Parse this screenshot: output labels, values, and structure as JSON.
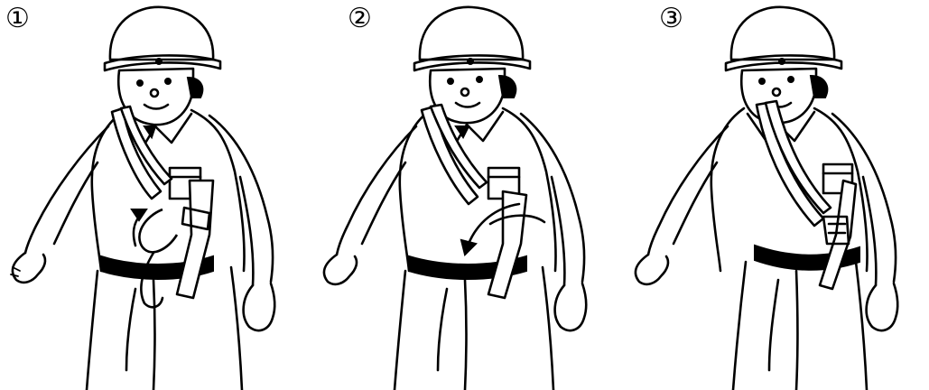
{
  "steps": [
    {
      "label": "①",
      "arrow": "loop-up"
    },
    {
      "label": "②",
      "arrow": "swing-down"
    },
    {
      "label": "③",
      "arrow": "none"
    }
  ],
  "colors": {
    "ink": "#000000",
    "paper": "#ffffff"
  }
}
